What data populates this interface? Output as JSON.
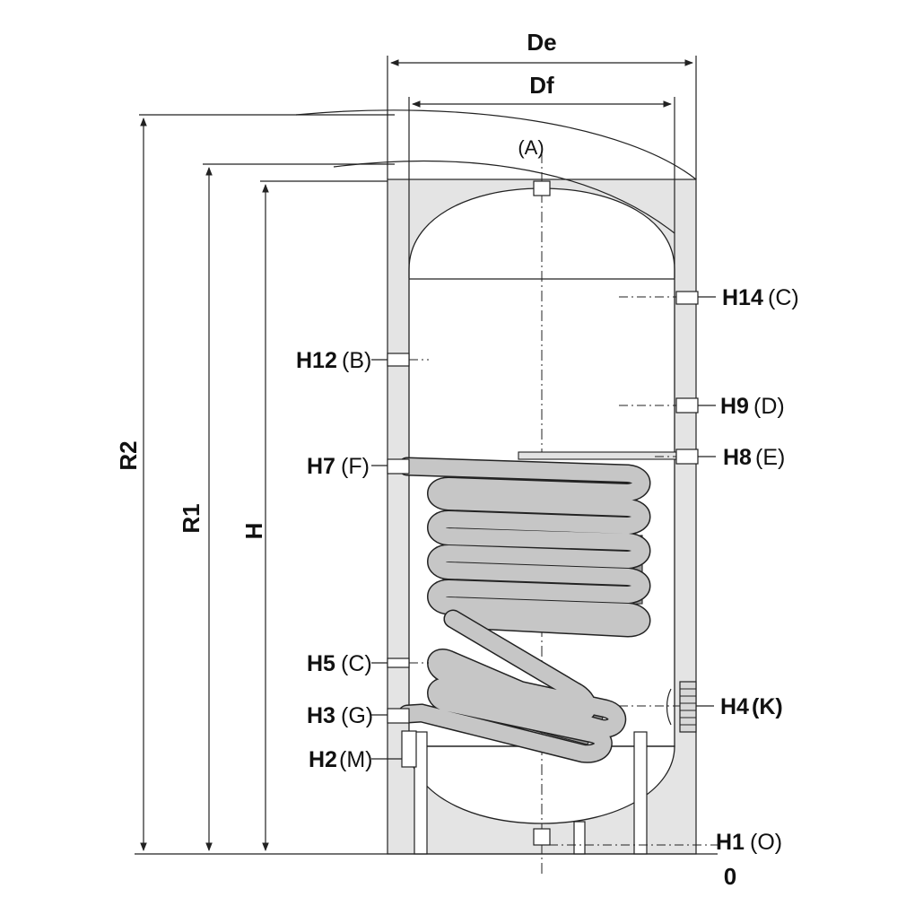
{
  "dimensions": {
    "de": "De",
    "df": "Df",
    "h": "H",
    "r1": "R1",
    "r2": "R2",
    "zero": "0"
  },
  "top_connection": "(A)",
  "connections": {
    "h14": {
      "code": "H14",
      "ref": "(C)"
    },
    "h12": {
      "code": "H12",
      "ref": "(B)"
    },
    "h9": {
      "code": "H9",
      "ref": "(D)"
    },
    "h8": {
      "code": "H8",
      "ref": "(E)"
    },
    "h7": {
      "code": "H7",
      "ref": "(F)"
    },
    "h5": {
      "code": "H5",
      "ref": "(C)"
    },
    "h4": {
      "code": "H4",
      "ref": "(K)"
    },
    "h3": {
      "code": "H3",
      "ref": "(G)"
    },
    "h2": {
      "code": "H2",
      "ref": "(M)"
    },
    "h1": {
      "code": "H1",
      "ref": "(O)"
    }
  },
  "colors": {
    "insulation": "#e4e4e4",
    "coil": "#c6c6c6",
    "coil_back": "#9a9a9a",
    "line": "#222222"
  }
}
